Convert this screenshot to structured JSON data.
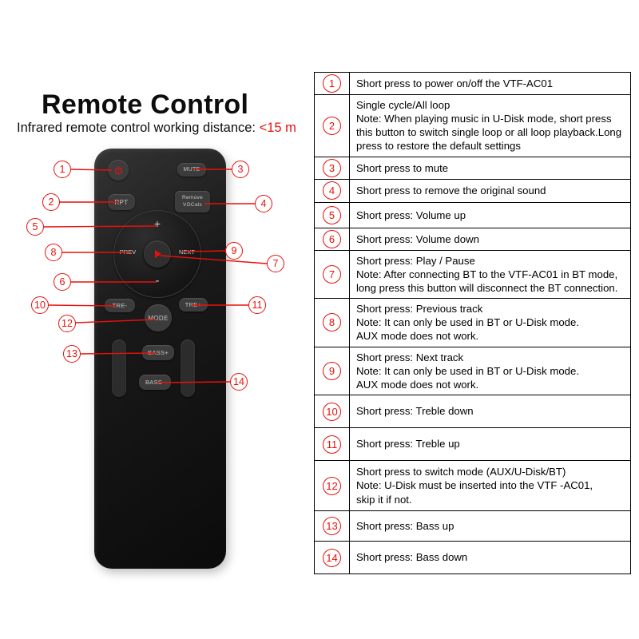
{
  "page": {
    "title": "Remote Control",
    "subtitle_prefix": "Infrared remote control working distance: ",
    "subtitle_distance": "<15 m"
  },
  "colors": {
    "accent_red": "#e8100c",
    "remote_black": "#141414",
    "table_border": "#000000"
  },
  "icons": {
    "power": "power-icon",
    "play": "play-icon"
  },
  "remote": {
    "buttons": {
      "mute": "MUTE",
      "rpt": "RPT",
      "remove_line1": "Remove",
      "remove_line2": "VOCals",
      "volume_up": "+",
      "prev": "PREV",
      "next": "NEXT",
      "volume_down": "-",
      "tre_minus": "TRE-",
      "mode": "MODE",
      "tre_plus": "TRE+",
      "bass_plus": "BASS+",
      "bass_minus": "BASS-"
    }
  },
  "callouts": [
    "1",
    "2",
    "3",
    "4",
    "5",
    "6",
    "7",
    "8",
    "9",
    "10",
    "11",
    "12",
    "13",
    "14"
  ],
  "table": {
    "rows": [
      {
        "num": "1",
        "desc": "Short press to power on/off the VTF-AC01"
      },
      {
        "num": "2",
        "desc": "Single cycle/All loop\nNote: When playing music in U-Disk mode, short press this button to switch single loop or all loop playback.Long press to restore the default settings"
      },
      {
        "num": "3",
        "desc": "Short press to mute"
      },
      {
        "num": "4",
        "desc": "Short press to remove the original sound"
      },
      {
        "num": "5",
        "desc": "Short press: Volume up"
      },
      {
        "num": "6",
        "desc": "Short press: Volume down"
      },
      {
        "num": "7",
        "desc": "Short press: Play / Pause\nNote: After connecting BT to the VTF-AC01 in BT mode, long press this button will disconnect the BT connection."
      },
      {
        "num": "8",
        "desc": "Short press: Previous track\nNote: It can only be used in BT or U-Disk mode.\nAUX mode does not work."
      },
      {
        "num": "9",
        "desc": "Short press: Next track\nNote: It can only be used in BT or U-Disk mode.\nAUX mode does not work."
      },
      {
        "num": "10",
        "desc": "Short press: Treble down"
      },
      {
        "num": "11",
        "desc": "Short press: Treble up"
      },
      {
        "num": "12",
        "desc": "Short press to switch mode (AUX/U-Disk/BT)\nNote: U-Disk must be inserted into the VTF -AC01,\nskip it if not."
      },
      {
        "num": "13",
        "desc": "Short press: Bass up"
      },
      {
        "num": "14",
        "desc": "Short press: Bass down"
      }
    ]
  }
}
